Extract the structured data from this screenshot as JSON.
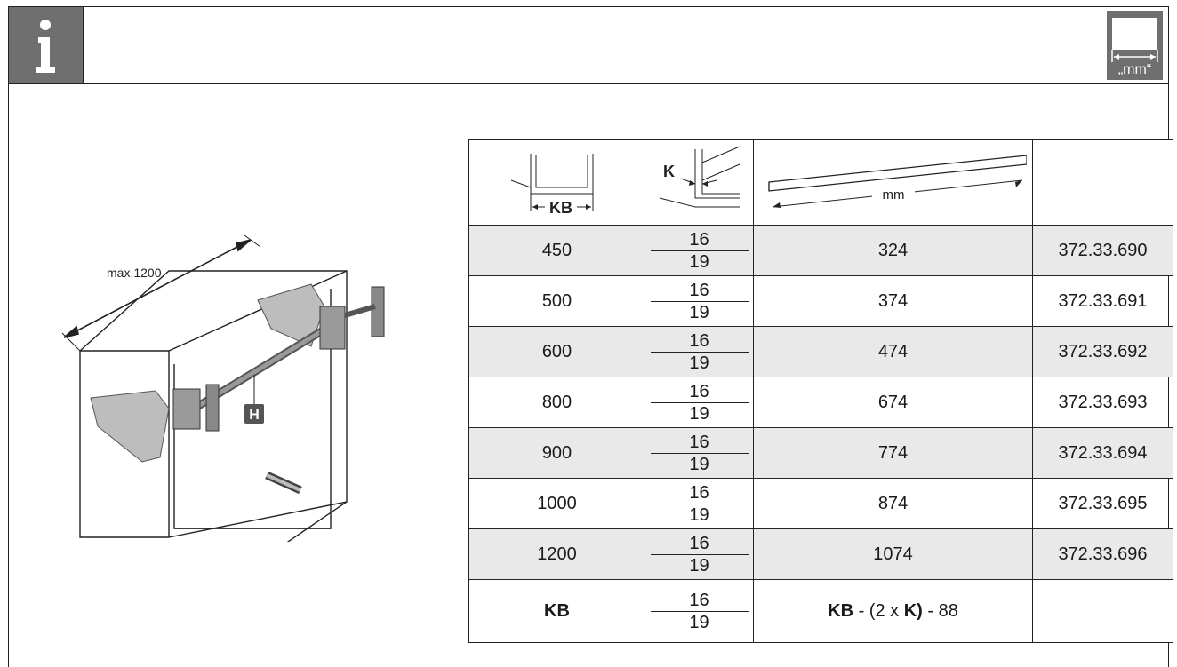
{
  "header": {
    "info_icon": "info-icon",
    "unit_label": "„mm“"
  },
  "drawing": {
    "dimension_label": "max.1200",
    "part_label": "H"
  },
  "table": {
    "headers": {
      "col1": "KB",
      "col2": "K",
      "col3": "mm"
    },
    "rows": [
      {
        "kb": "450",
        "k1": "16",
        "k2": "19",
        "mm": "324",
        "art": "372.33.690"
      },
      {
        "kb": "500",
        "k1": "16",
        "k2": "19",
        "mm": "374",
        "art": "372.33.691"
      },
      {
        "kb": "600",
        "k1": "16",
        "k2": "19",
        "mm": "474",
        "art": "372.33.692"
      },
      {
        "kb": "800",
        "k1": "16",
        "k2": "19",
        "mm": "674",
        "art": "372.33.693"
      },
      {
        "kb": "900",
        "k1": "16",
        "k2": "19",
        "mm": "774",
        "art": "372.33.694"
      },
      {
        "kb": "1000",
        "k1": "16",
        "k2": "19",
        "mm": "874",
        "art": "372.33.695"
      },
      {
        "kb": "1200",
        "k1": "16",
        "k2": "19",
        "mm": "1074",
        "art": "372.33.696"
      }
    ],
    "footer": {
      "kb": "KB",
      "k1": "16",
      "k2": "19",
      "formula_kb": "KB",
      "formula_mid": " - (2 x ",
      "formula_k": "K)",
      "formula_end": " - 88"
    }
  }
}
